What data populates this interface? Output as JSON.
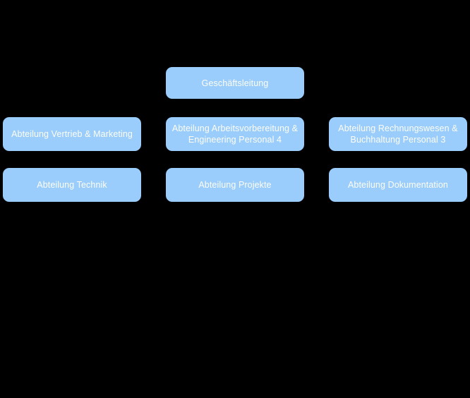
{
  "chart_data": {
    "type": "diagram",
    "title": "",
    "background_color": "#000000",
    "node_fill_color": "#9acdfb",
    "node_text_color": "#fdfdf5",
    "layout": {
      "columns": 3,
      "rows": 3,
      "grid_hint": "row 1 holds only the center node; rows 2 and 3 hold one node per column"
    },
    "nodes": [
      {
        "id": "n1",
        "label": "Geschäftsleitung",
        "row": 1,
        "column": "center"
      },
      {
        "id": "n2",
        "label": "Abteilung Vertrieb & Marketing",
        "row": 2,
        "column": "left"
      },
      {
        "id": "n3",
        "label": "Abteilung Arbeitsvorbereitung &\nEngineering Personal 4",
        "row": 2,
        "column": "center"
      },
      {
        "id": "n4",
        "label": "Abteilung Rechnungswesen &\nBuchhaltung Personal 3",
        "row": 2,
        "column": "right"
      },
      {
        "id": "n5",
        "label": "Abteilung Technik",
        "row": 3,
        "column": "left"
      },
      {
        "id": "n6",
        "label": "Abteilung Projekte",
        "row": 3,
        "column": "center"
      },
      {
        "id": "n7",
        "label": "Abteilung Dokumentation",
        "row": 3,
        "column": "right"
      }
    ]
  }
}
